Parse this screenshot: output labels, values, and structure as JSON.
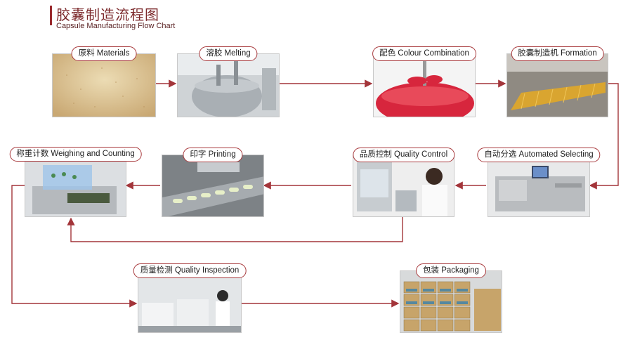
{
  "title": {
    "zh": "胶囊制造流程图",
    "en": "Capsule Manufacturing Flow Chart"
  },
  "steps": [
    {
      "id": "materials",
      "label": "原料 Materials"
    },
    {
      "id": "melting",
      "label": "溶胶 Melting"
    },
    {
      "id": "colour",
      "label": "配色 Colour Combination"
    },
    {
      "id": "formation",
      "label": "胶囊制造机 Formation"
    },
    {
      "id": "selecting",
      "label": "自动分选 Automated Selecting"
    },
    {
      "id": "quality_control",
      "label": "品质控制 Quality Control"
    },
    {
      "id": "printing",
      "label": "印字 Printing"
    },
    {
      "id": "weighing",
      "label": "称重计数 Weighing and Counting"
    },
    {
      "id": "inspection",
      "label": "质量检测 Quality Inspection"
    },
    {
      "id": "packaging",
      "label": "包装 Packaging"
    }
  ],
  "colors": {
    "accent": "#9a2a2e",
    "arrow": "#a3353a"
  }
}
